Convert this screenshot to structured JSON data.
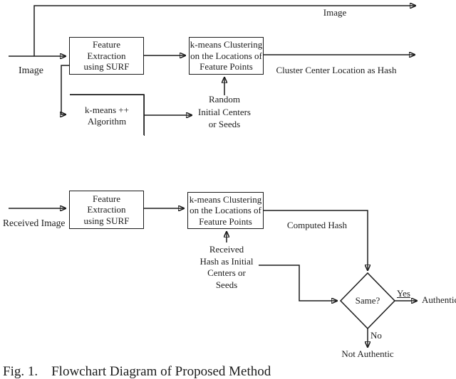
{
  "figure": {
    "caption": "Fig. 1.    Flowchart Diagram of Proposed Method"
  },
  "colors": {
    "line": "#1c1c1c",
    "background": "#ffffff"
  },
  "hashing_flow": {
    "input_label": "Image",
    "bypass_label": "Image",
    "feature_box": "Feature\nExtraction\nusing SURF",
    "clustering_box": "k-means Clustering\non the Locations of\nFeature Points",
    "hash_output_label": "Cluster Center Location as Hash",
    "kmeans_pp_box": "k-means ++\nAlgorithm",
    "seeds_label": "Random\nInitial Centers\nor Seeds"
  },
  "verification_flow": {
    "input_label": "Received Image",
    "feature_box": "Feature\nExtraction\nusing SURF",
    "clustering_box": "k-means Clustering\non the Locations of\nFeature Points",
    "computed_hash_label": "Computed Hash",
    "received_hash_label": "Received\nHash as Initial\nCenters or\nSeeds",
    "decision_label": "Same?",
    "yes_label": "Yes",
    "authentic_label": "Authentic",
    "no_label": "No",
    "not_authentic_label": "Not Authentic"
  }
}
